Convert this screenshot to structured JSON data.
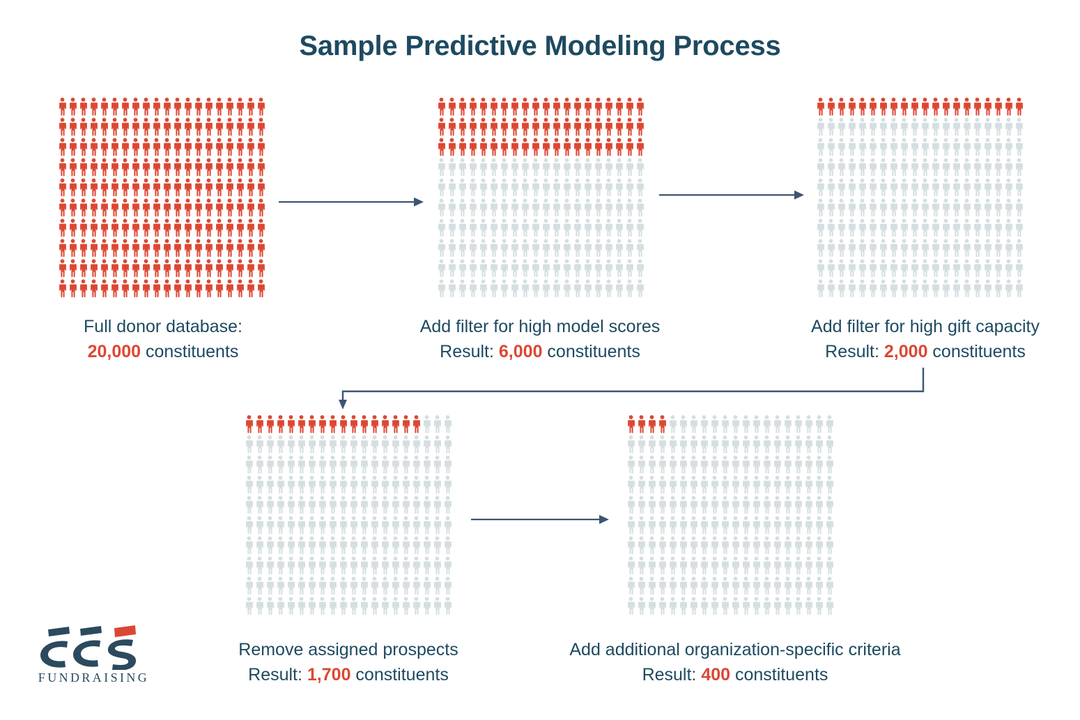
{
  "title": "Sample Predictive Modeling Process",
  "colors": {
    "highlight": "#dc4733",
    "muted": "#d5dee0",
    "text": "#1d4a60",
    "arrow": "#3c5573",
    "background": "#ffffff"
  },
  "icon_names": {
    "person": "person-icon",
    "arrow": "arrow-right-icon",
    "elbow": "elbow-connector-arrow-icon",
    "logo": "ccs-logo-icon"
  },
  "stages": [
    {
      "id": "full-database",
      "heading": "Full donor database:",
      "result_prefix": "",
      "value": "20,000",
      "unit": "constituents",
      "rows": 10,
      "cols": 20,
      "highlighted": 200
    },
    {
      "id": "high-model-scores",
      "heading": "Add filter for high model scores",
      "result_prefix": "Result: ",
      "value": "6,000",
      "unit": "constituents",
      "rows": 10,
      "cols": 20,
      "highlighted": 60
    },
    {
      "id": "high-gift-capacity",
      "heading": "Add filter for high gift capacity",
      "result_prefix": "Result: ",
      "value": "2,000",
      "unit": "constituents",
      "rows": 10,
      "cols": 20,
      "highlighted": 20
    },
    {
      "id": "remove-assigned-prospects",
      "heading": "Remove assigned prospects",
      "result_prefix": "Result: ",
      "value": "1,700",
      "unit": "constituents",
      "rows": 10,
      "cols": 20,
      "highlighted": 17
    },
    {
      "id": "organization-specific-criteria",
      "heading": "Add additional organization-specific criteria",
      "result_prefix": "Result: ",
      "value": "400",
      "unit": "constituents",
      "rows": 10,
      "cols": 20,
      "highlighted": 4
    }
  ],
  "logo": {
    "mark": "ccs",
    "wordmark": "FUNDRAISING"
  },
  "chart_data": {
    "type": "pictogram",
    "title": "Sample Predictive Modeling Process",
    "unit_per_icon": 100,
    "total_icons": 200,
    "categories": [
      "Full donor database",
      "Add filter for high model scores",
      "Add filter for high gift capacity",
      "Remove assigned prospects",
      "Add additional organization-specific criteria"
    ],
    "values": [
      20000,
      6000,
      2000,
      1700,
      400
    ],
    "highlighted_icons": [
      200,
      60,
      20,
      17,
      4
    ],
    "ylabel": "constituents",
    "xlabel": "",
    "legend": []
  }
}
